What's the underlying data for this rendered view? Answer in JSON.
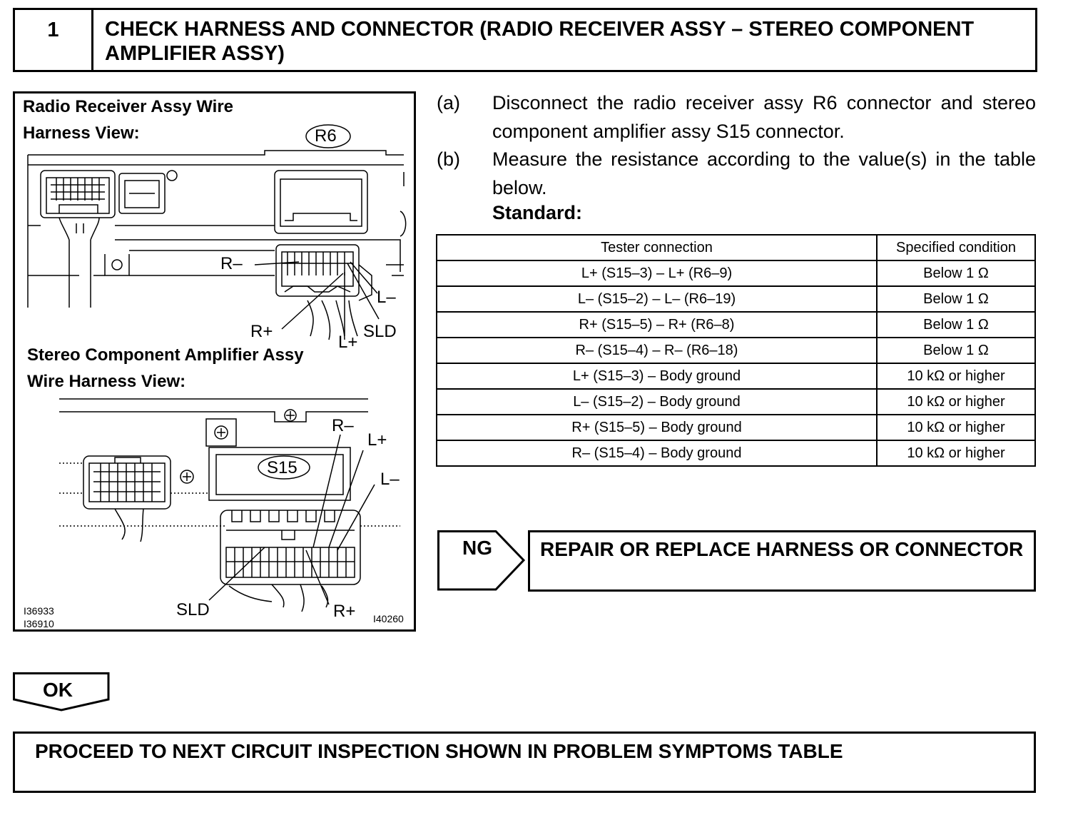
{
  "step": {
    "number": "1",
    "title": "CHECK HARNESS AND CONNECTOR (RADIO RECEIVER ASSY – STEREO COMPONENT AMPLIFIER ASSY)"
  },
  "figure": {
    "top_caption_line1": "Radio Receiver Assy Wire",
    "top_caption_line2": "Harness View:",
    "connector_r6": "R6",
    "r6_labels": {
      "r_minus": "R–",
      "l_minus": "L–",
      "r_plus": "R+",
      "l_plus": "L+",
      "sld": "SLD"
    },
    "bottom_caption_line1": "Stereo Component Amplifier Assy",
    "bottom_caption_line2": "Wire Harness View:",
    "connector_s15": "S15",
    "s15_labels": {
      "r_minus": "R–",
      "l_plus": "L+",
      "l_minus": "L–",
      "sld": "SLD",
      "r_plus": "R+"
    },
    "ref_codes": {
      "left1": "I36933",
      "left2": "I36910",
      "right": "I40260"
    }
  },
  "instructions": [
    {
      "marker": "(a)",
      "text": "Disconnect the radio receiver assy R6 connector and stereo component amplifier assy S15 connector."
    },
    {
      "marker": "(b)",
      "text": "Measure the resistance according to the value(s) in the table below."
    }
  ],
  "standard_label": "Standard:",
  "table": {
    "headers": [
      "Tester connection",
      "Specified condition"
    ],
    "rows": [
      [
        "L+ (S15–3) – L+ (R6–9)",
        "Below 1 Ω"
      ],
      [
        "L– (S15–2) – L– (R6–19)",
        "Below 1 Ω"
      ],
      [
        "R+ (S15–5) – R+ (R6–8)",
        "Below 1 Ω"
      ],
      [
        "R– (S15–4) – R– (R6–18)",
        "Below 1 Ω"
      ],
      [
        "L+ (S15–3) – Body ground",
        "10 kΩ or higher"
      ],
      [
        "L– (S15–2) – Body ground",
        "10 kΩ or higher"
      ],
      [
        "R+ (S15–5) – Body ground",
        "10 kΩ or higher"
      ],
      [
        "R– (S15–4) – Body ground",
        "10 kΩ or higher"
      ]
    ]
  },
  "ng": {
    "label": "NG",
    "action": "REPAIR OR REPLACE HARNESS OR CONNECTOR"
  },
  "ok": {
    "label": "OK"
  },
  "final": {
    "text": "PROCEED TO NEXT CIRCUIT INSPECTION SHOWN IN PROBLEM SYMPTOMS TABLE"
  }
}
